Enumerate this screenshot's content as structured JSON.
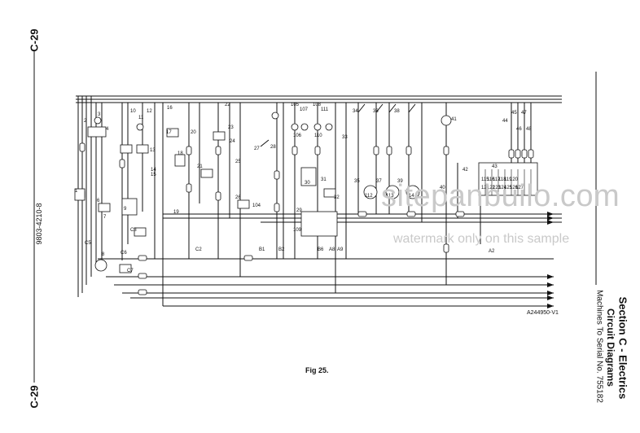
{
  "page": {
    "page_number_top": "C-29",
    "page_number_bottom": "C-29",
    "doc_code": "9803-4210-8"
  },
  "section": {
    "title": "Section C - Electrics",
    "subtitle": "Circuit Diagrams",
    "serial": "Machines To Serial No. 755182"
  },
  "figure": {
    "caption": "Fig 25.",
    "drawing_ref": "A244950-V1"
  },
  "watermark": {
    "site": "sitepanbuilo.com",
    "notice": "watermark only on this sample"
  },
  "components": {
    "c1": "1",
    "c2": "2",
    "c3": "3",
    "c4": "4",
    "c5": "5",
    "c6": "6",
    "c7": "7",
    "c8": "8",
    "c9": "9",
    "c10": "10",
    "c11": "11",
    "c12": "12",
    "c13": "13",
    "c14": "14",
    "c15": "15",
    "c16": "16",
    "c17": "17",
    "c18": "18",
    "c19": "19",
    "c20": "20",
    "c21": "21",
    "c22": "22",
    "c23": "23",
    "c24": "24",
    "c25": "25",
    "c26": "26",
    "c27": "27",
    "c28": "28",
    "c29": "29",
    "c30": "30",
    "c31": "31",
    "c32": "32",
    "c33": "33",
    "c34": "34",
    "c35": "35",
    "c36": "36",
    "c37": "37",
    "c38": "38",
    "c39": "39",
    "c40": "40",
    "c41": "41",
    "c42": "42",
    "c43": "43",
    "c44": "44",
    "c45": "45",
    "c46": "46",
    "c47": "47",
    "c48": "48",
    "c104": "104",
    "c105": "105",
    "c106": "106",
    "c107": "107",
    "c108": "108",
    "c109": "109",
    "c110": "110",
    "c111": "111",
    "c112": "112",
    "c113": "113",
    "c114": "114",
    "c115": "115",
    "c116": "116",
    "c117": "117",
    "c118": "118",
    "c119": "119",
    "c120": "120",
    "c121": "121",
    "c122": "122",
    "c123": "123",
    "c124": "124",
    "c125": "125",
    "c126": "126",
    "c127": "127"
  },
  "connectors": {
    "a2": "A2",
    "a8": "A8",
    "a9": "A9",
    "b1": "B1",
    "b2": "B2",
    "b6": "B6",
    "c2": "C2",
    "c3": "C3",
    "c5": "C5",
    "c6": "C6",
    "c7": "C7"
  }
}
